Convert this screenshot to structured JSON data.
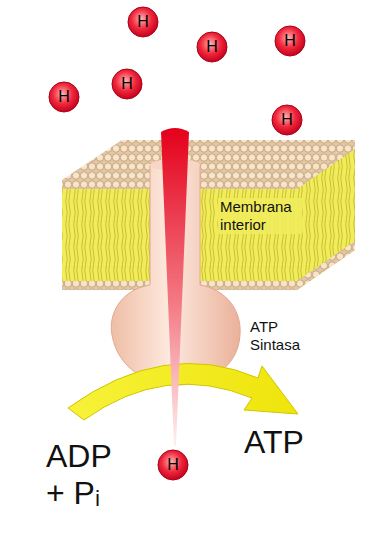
{
  "diagram": {
    "nodes": [
      {
        "text": [
          "H"
        ]
      },
      {
        "text": [
          "H"
        ]
      },
      {
        "text": [
          "H"
        ]
      },
      {
        "text": [
          "H"
        ]
      },
      {
        "text": [
          "H"
        ]
      },
      {
        "text": [
          "H"
        ]
      },
      {
        "text": [
          "H"
        ]
      }
    ],
    "labels": [
      "Membrana interior",
      "ATP Sintasa",
      "ADP + Pᵢ",
      "ATP"
    ]
  }
}
